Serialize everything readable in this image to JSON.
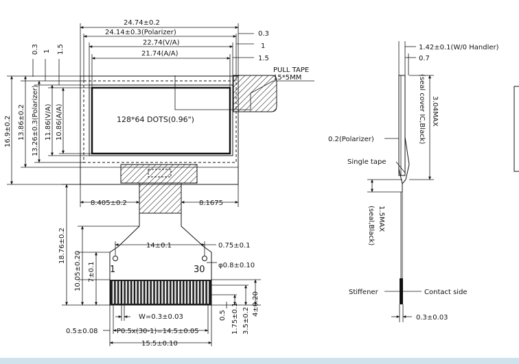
{
  "front_view": {
    "outline_width": "24.74±0.2",
    "polarizer_width": "24.14±0.3(Polarizer)",
    "va_width": "22.74(V/A)",
    "aa_width": "21.74(A/A)",
    "right_offset_1": "0.3",
    "right_offset_2": "1",
    "right_offset_3": "1.5",
    "top_offset_1": "0.3",
    "top_offset_2": "1",
    "top_offset_3": "1.5",
    "pull_tape_label": "PULL TAPE",
    "pull_tape_size": "15*5MM",
    "aa_height": "10.86(A/A)",
    "va_height": "11.86(V/A)",
    "polarizer_height": "13.26±0.3(Polarizer)",
    "glass_height": "13.86±0.2",
    "outline_height": "16.9±0.2",
    "display_label": "128*64 DOTS(0.96\")",
    "fpc_left_offset": "8.405±0.2",
    "fpc_right_offset": "8.1675",
    "total_height": "18.76±0.2"
  },
  "fpc_detail": {
    "hole_spacing": "14±0.1",
    "hole_edge": "0.75±0.1",
    "hole_diameter": "φ0.8±0.10",
    "pin_first": "1",
    "pin_last": "30",
    "fpc_length": "10.05±0.20",
    "pad_section": "7±0.1",
    "pin_width": "W=0.3±0.03",
    "pitch_label": "P0.5x(30-1)=14.5±0.05",
    "edge_margin": "0.5±0.08",
    "fpc_width": "15.5±0.10",
    "dim_05": "0.5",
    "dim_175": "1.75±0.1",
    "dim_35": "3.5±0.2",
    "dim_4": "4±0.20"
  },
  "side_view": {
    "thickness": "1.42±0.1(W/0 Handler)",
    "thickness_2": "0.7",
    "cover_height": "3.04MAX",
    "cover_note": "(seal cover IC,Black)",
    "polarizer_label": "0.2(Polarizer)",
    "single_tape_label": "Single tape",
    "seal_height": "1.5MAX",
    "seal_note": "(seal,Black)",
    "stiffener_label": "Stiffener",
    "contact_label": "Contact side",
    "fpc_thickness": "0.3±0.03"
  }
}
